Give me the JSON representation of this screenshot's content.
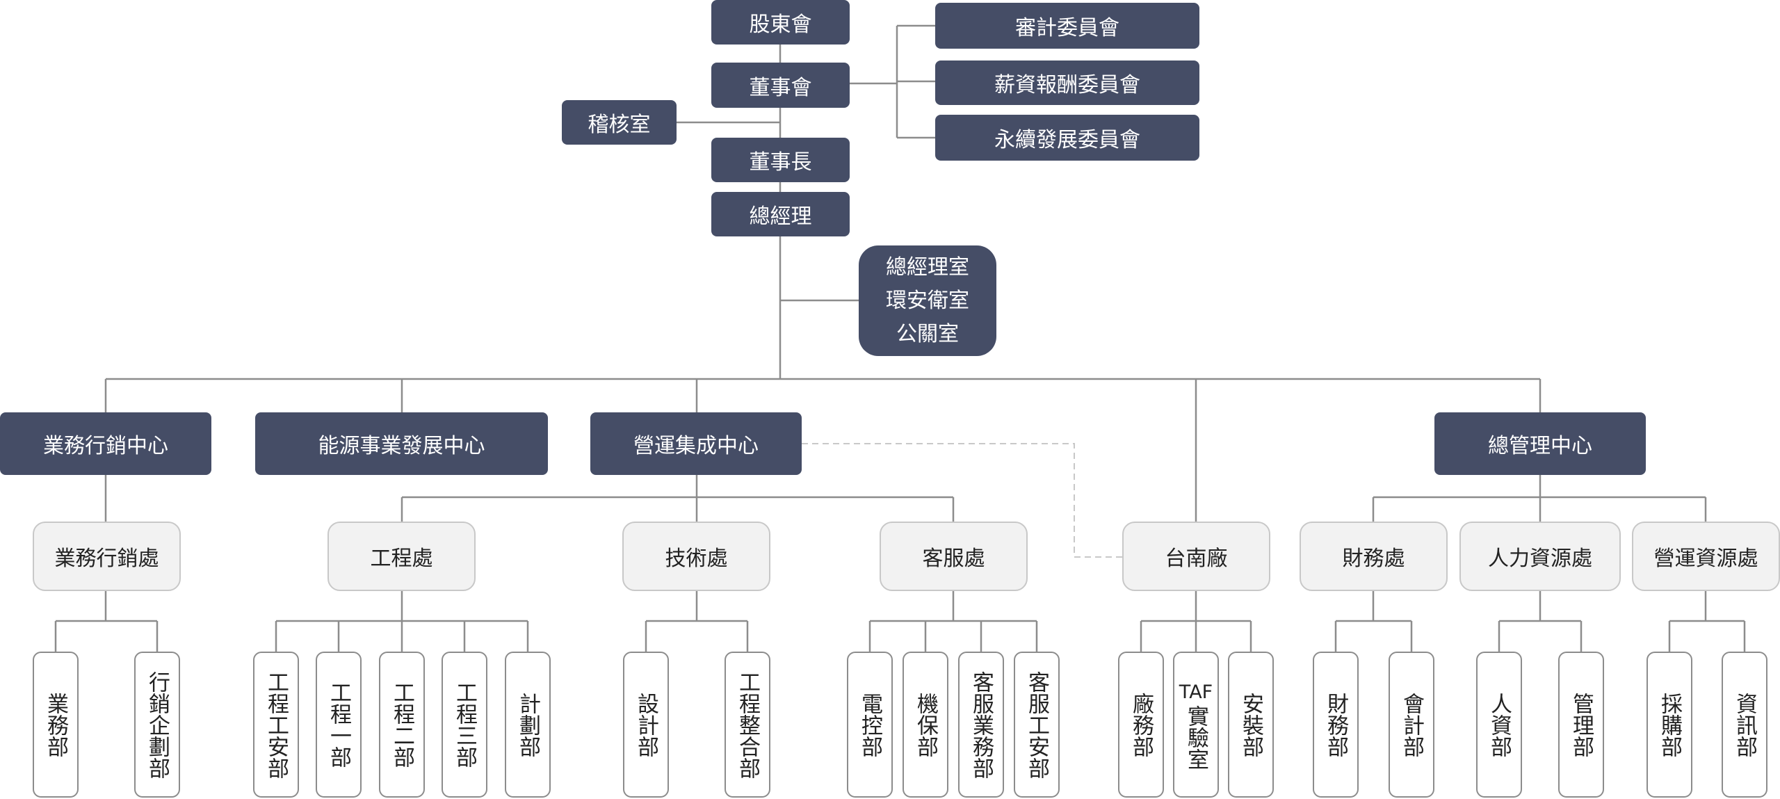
{
  "top": {
    "shareholders": "股東會",
    "board": "董事會",
    "audit_office": "稽核室",
    "chairman": "董事長",
    "gm": "總經理"
  },
  "committees": [
    "審計委員會",
    "薪資報酬委員會",
    "永續發展委員會"
  ],
  "gm_offices": [
    "總經理室",
    "環安衛室",
    "公關室"
  ],
  "centers": {
    "sales": "業務行銷中心",
    "energy": "能源事業發展中心",
    "operations": "營運集成中心",
    "management": "總管理中心"
  },
  "divisions": {
    "sales_marketing": "業務行銷處",
    "engineering": "工程處",
    "technical": "技術處",
    "customer_service": "客服處",
    "tainan_plant": "台南廠",
    "finance": "財務處",
    "hr": "人力資源處",
    "op_resources": "營運資源處"
  },
  "departments": {
    "sales_dept": "業務部",
    "marketing_planning": "行銷企劃部",
    "eng_safety": "工程工安部",
    "eng_1": "工程一部",
    "eng_2": "工程二部",
    "eng_3": "工程三部",
    "planning": "計劃部",
    "design": "設計部",
    "eng_integration": "工程整合部",
    "electrical_control": "電控部",
    "maintenance": "機保部",
    "cs_business": "客服業務部",
    "cs_safety": "客服工安部",
    "plant_affairs": "廠務部",
    "taf_prefix": "TAF",
    "taf_lab": "實驗室",
    "installation": "安裝部",
    "finance_dept": "財務部",
    "accounting": "會計部",
    "personnel": "人資部",
    "admin": "管理部",
    "procurement": "採購部",
    "it": "資訊部"
  },
  "colors": {
    "dark_box": "#454d66",
    "light_box": "#f2f2f2",
    "line": "#8c8c8c",
    "dashed_line": "#c8c8c8"
  }
}
